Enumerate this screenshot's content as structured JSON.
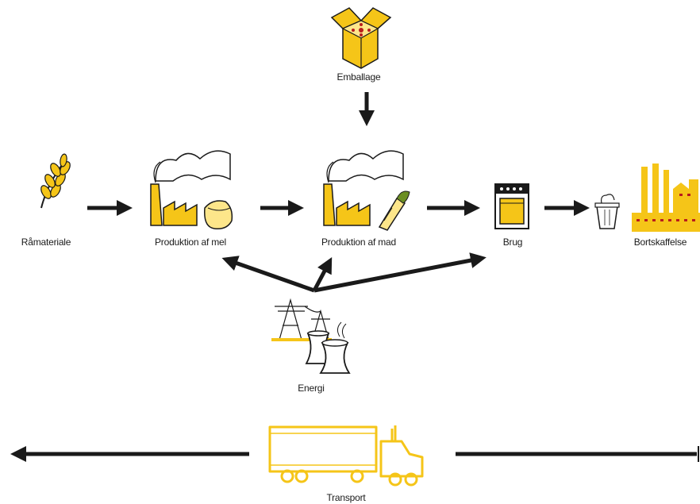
{
  "labels": {
    "packaging": "Emballage",
    "raw_materials": "Råmateriale",
    "flour_production": "Produktion af mel",
    "food_production": "Produktion af mad",
    "use": "Brug",
    "disposal": "Bortskaffelse",
    "energy": "Energi",
    "transport": "Transport"
  },
  "colors": {
    "accent": "#f5c518",
    "accent_light": "#fde68a",
    "ink": "#1a1a1a",
    "box_marks": "#b91c1c"
  },
  "icons": [
    "box-icon",
    "wheat-icon",
    "factory-icon",
    "flour-bag-icon",
    "food-icon",
    "stove-icon",
    "trash-can-icon",
    "power-plant-icon",
    "pylon-icon",
    "cooling-tower-icon",
    "truck-icon"
  ]
}
